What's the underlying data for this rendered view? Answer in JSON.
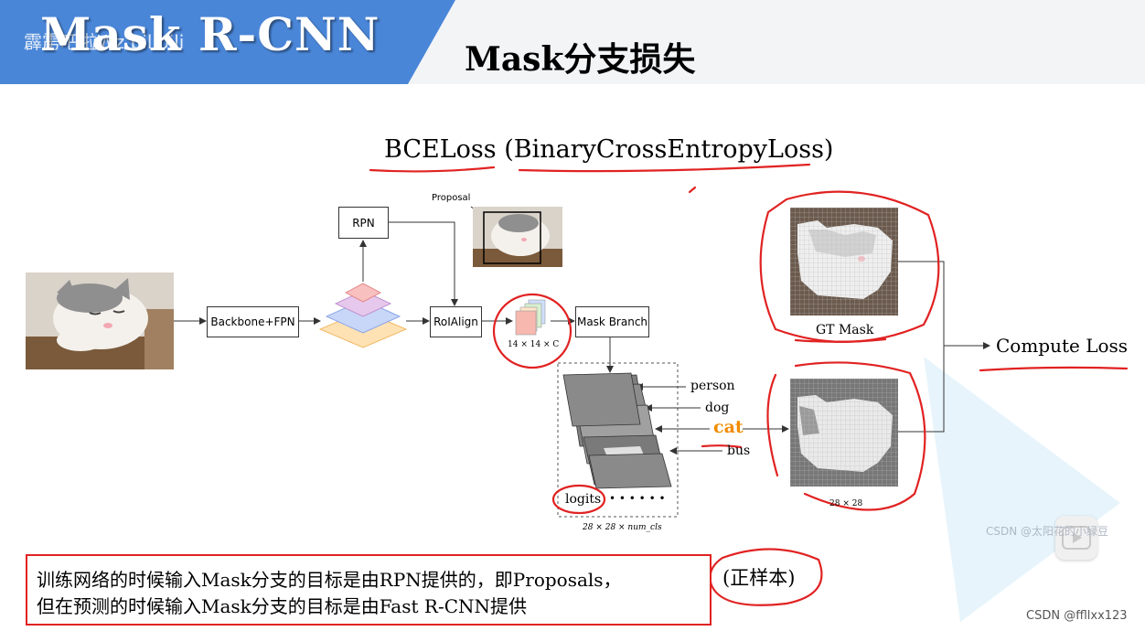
{
  "header": {
    "main_title": "Mask R-CNN",
    "watermark": "霹雳吧啦Wz  bilibili",
    "slide_title": "Mask分支损失"
  },
  "loss_subtitle": "BCELoss (BinaryCrossEntropyLoss)",
  "diagram": {
    "proposal_label": "Proposal",
    "rpn_label": "RPN",
    "backbone_label": "Backbone+FPN",
    "roialign_label": "RoIAlign",
    "feature_dims": "14 × 14 × C",
    "mask_branch_label": "Mask Branch",
    "class_labels": [
      "person",
      "dog",
      "cat",
      "bus"
    ],
    "logits_label": "logits",
    "ellipsis": "• • • • • •",
    "logits_dims": "28 × 28 × num_cls",
    "gt_mask_label": "GT Mask",
    "pred_dims": "28 × 28",
    "compute_loss_label": "Compute Loss"
  },
  "note": {
    "line1": "训练网络的时候输入Mask分支的目标是由RPN提供的，即Proposals，",
    "line2": "但在预测的时候输入Mask分支的目标是由Fast R-CNN提供",
    "positive_samples": "(正样本)"
  },
  "watermarks": {
    "csdn_center": "CSDN @太阳花的小绿豆",
    "csdn_footer": "CSDN @ffllxx123"
  },
  "colors": {
    "banner_blue": "#4a86d8",
    "annotation_red": "#e12222",
    "cat_orange": "#f08c00"
  }
}
